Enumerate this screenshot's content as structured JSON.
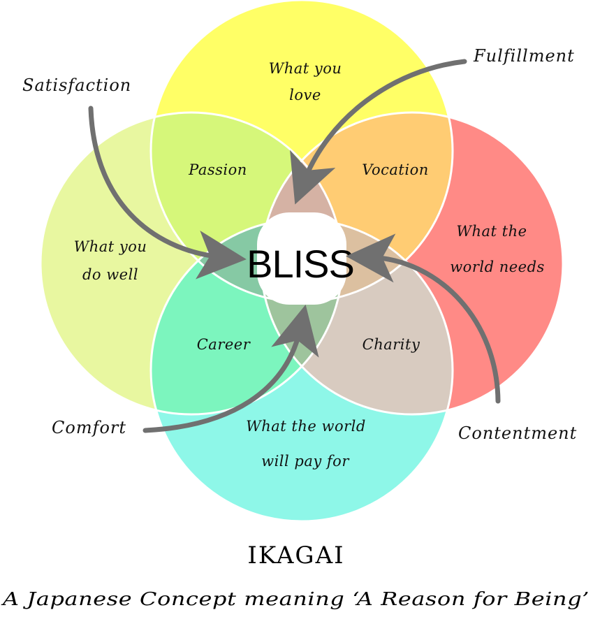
{
  "diagram": {
    "circles": {
      "love": {
        "label_line1": "What you",
        "label_line2": "love",
        "color": "#ffff66"
      },
      "good_at": {
        "label_line1": "What you",
        "label_line2": "do well",
        "color": "#e8f7a0"
      },
      "world_needs": {
        "label_line1": "What the",
        "label_line2": "world needs",
        "color": "#ff8a86"
      },
      "paid_for": {
        "label_line1": "What the world",
        "label_line2": "will pay for",
        "color": "#8ef7e8"
      }
    },
    "overlaps": {
      "passion": {
        "label": "Passion",
        "color": "#d6f77a"
      },
      "vocation": {
        "label": "Vocation",
        "color": "#ffcc73"
      },
      "career": {
        "label": "Career",
        "color": "#7cf5be"
      },
      "charity": {
        "label": "Charity",
        "color": "#d8cbc0"
      },
      "top_triple": {
        "color": "#d5b2a4"
      },
      "left_triple": {
        "color": "#86c9a4"
      },
      "right_triple": {
        "color": "#dcc0a0"
      },
      "bottom_triple": {
        "color": "#9ec49d"
      }
    },
    "center": {
      "label": "BLISS",
      "color": "#ffffff"
    },
    "outer_labels": {
      "satisfaction": "Satisfaction",
      "fulfillment": "Fulfillment",
      "comfort": "Comfort",
      "contentment": "Contentment"
    },
    "arrow_color": "#707070"
  },
  "footer": {
    "title": "IKAGAI",
    "subtitle": "A Japanese Concept meaning ‘A Reason for Being’"
  }
}
